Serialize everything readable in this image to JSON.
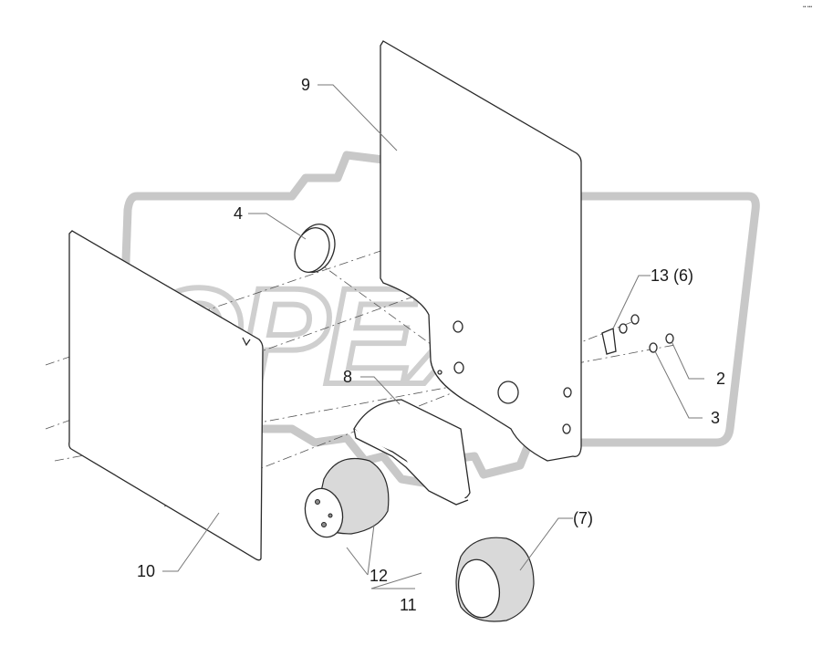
{
  "diagram": {
    "watermark": "OPEX",
    "corner_mark": "•• •••",
    "callouts": [
      {
        "id": "9",
        "label": "9"
      },
      {
        "id": "4",
        "label": "4"
      },
      {
        "id": "13",
        "label": "13 (6)"
      },
      {
        "id": "8",
        "label": "8"
      },
      {
        "id": "2",
        "label": "2"
      },
      {
        "id": "3",
        "label": "3"
      },
      {
        "id": "7",
        "label": "(7)"
      },
      {
        "id": "10",
        "label": "10"
      },
      {
        "id": "12",
        "label": "12"
      },
      {
        "id": "11",
        "label": "11"
      }
    ]
  }
}
